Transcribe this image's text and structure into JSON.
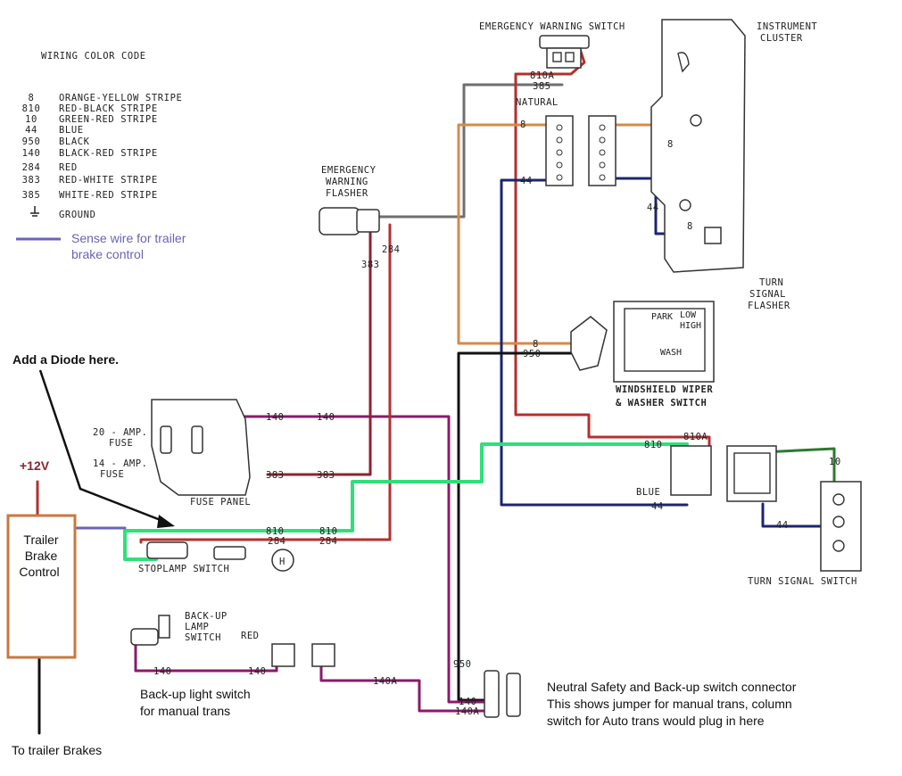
{
  "legend": {
    "title": "WIRING COLOR CODE",
    "entries": [
      {
        "code": "8",
        "desc": "ORANGE-YELLOW STRIPE"
      },
      {
        "code": "810",
        "desc": "RED-BLACK STRIPE"
      },
      {
        "code": "10",
        "desc": "GREEN-RED STRIPE"
      },
      {
        "code": "44",
        "desc": "BLUE"
      },
      {
        "code": "950",
        "desc": "BLACK"
      },
      {
        "code": "140",
        "desc": "BLACK-RED STRIPE"
      },
      {
        "code": "284",
        "desc": "RED"
      },
      {
        "code": "383",
        "desc": "RED-WHITE STRIPE"
      },
      {
        "code": "385",
        "desc": "WHITE-RED STRIPE"
      }
    ],
    "ground_label": "GROUND",
    "sense_wire_line1": "Sense wire for trailer",
    "sense_wire_line2": "brake control"
  },
  "components": {
    "emergency_warning_switch": "EMERGENCY WARNING SWITCH",
    "instrument_cluster_1": "INSTRUMENT",
    "instrument_cluster_2": "CLUSTER",
    "emergency_flasher_1": "EMERGENCY",
    "emergency_flasher_2": "WARNING",
    "emergency_flasher_3": "FLASHER",
    "natural": "NATURAL",
    "turn_signal_flasher_1": "TURN",
    "turn_signal_flasher_2": "SIGNAL",
    "turn_signal_flasher_3": "FLASHER",
    "wiper_switch_1": "WINDSHIELD WIPER",
    "wiper_switch_2": "& WASHER SWITCH",
    "wiper_park": "PARK",
    "wiper_low": "LOW",
    "wiper_high": "HIGH",
    "wiper_wash": "WASH",
    "fuse_20_1": "20 - AMP.",
    "fuse_20_2": "FUSE",
    "fuse_14_1": "14 - AMP.",
    "fuse_14_2": "FUSE",
    "fuse_panel": "FUSE PANEL",
    "stoplamp_switch": "STOPLAMP SWITCH",
    "h_symbol": "H",
    "turn_signal_switch": "TURN SIGNAL SWITCH",
    "blue": "BLUE",
    "backup_lamp_1": "BACK-UP",
    "backup_lamp_2": "LAMP",
    "backup_lamp_3": "SWITCH",
    "red": "RED"
  },
  "wire_labels": {
    "w810A_top": "810A",
    "w385_top": "385",
    "w8_cluster_a": "8",
    "w8_cluster_b": "8",
    "w8_cluster_c": "8",
    "w44_cluster_a": "44",
    "w44_cluster_b": "44",
    "w284_flasher": "284",
    "w383_flasher": "383",
    "w8_wiper": "8",
    "w950_wiper": "950",
    "w140_fuse_a": "140",
    "w140_fuse_b": "140",
    "w383_fuse_a": "383",
    "w383_fuse_b": "383",
    "w810_stop_a": "810",
    "w810_stop_b": "810",
    "w284_stop_a": "284",
    "w284_stop_b": "284",
    "w810A_turn": "810A",
    "w810_turn": "810",
    "w44_turn_a": "44",
    "w44_turn_b": "44",
    "w10_turn": "10",
    "w140_backup_a": "140",
    "w140_backup_b": "140",
    "w140A_mid": "140A",
    "w950_neutral": "950",
    "w140_neutral": "140",
    "w140A_neutral": "140A"
  },
  "annotations": {
    "add_diode": "Add a Diode here.",
    "plus12v": "+12V",
    "trailer_brake_1": "Trailer",
    "trailer_brake_2": "Brake",
    "trailer_brake_3": "Control",
    "to_trailer_brakes": "To trailer Brakes",
    "backup_note_1": "Back-up light switch",
    "backup_note_2": "for manual trans",
    "neutral_note_1": "Neutral Safety and Back-up switch connector",
    "neutral_note_2": "This shows jumper for manual trans, column",
    "neutral_note_3": "switch for Auto trans would plug in here"
  },
  "colors": {
    "orange": "#d48a4a",
    "red": "#b3302f",
    "darkred": "#8e2230",
    "gray": "#6f6f6f",
    "navy": "#1d2470",
    "green": "#2fe07a",
    "darkgreen": "#2d7a2d",
    "purple": "#8b1a6b",
    "black": "#111111",
    "sense": "#6a63b8",
    "trailer_box": "#c8783f"
  }
}
